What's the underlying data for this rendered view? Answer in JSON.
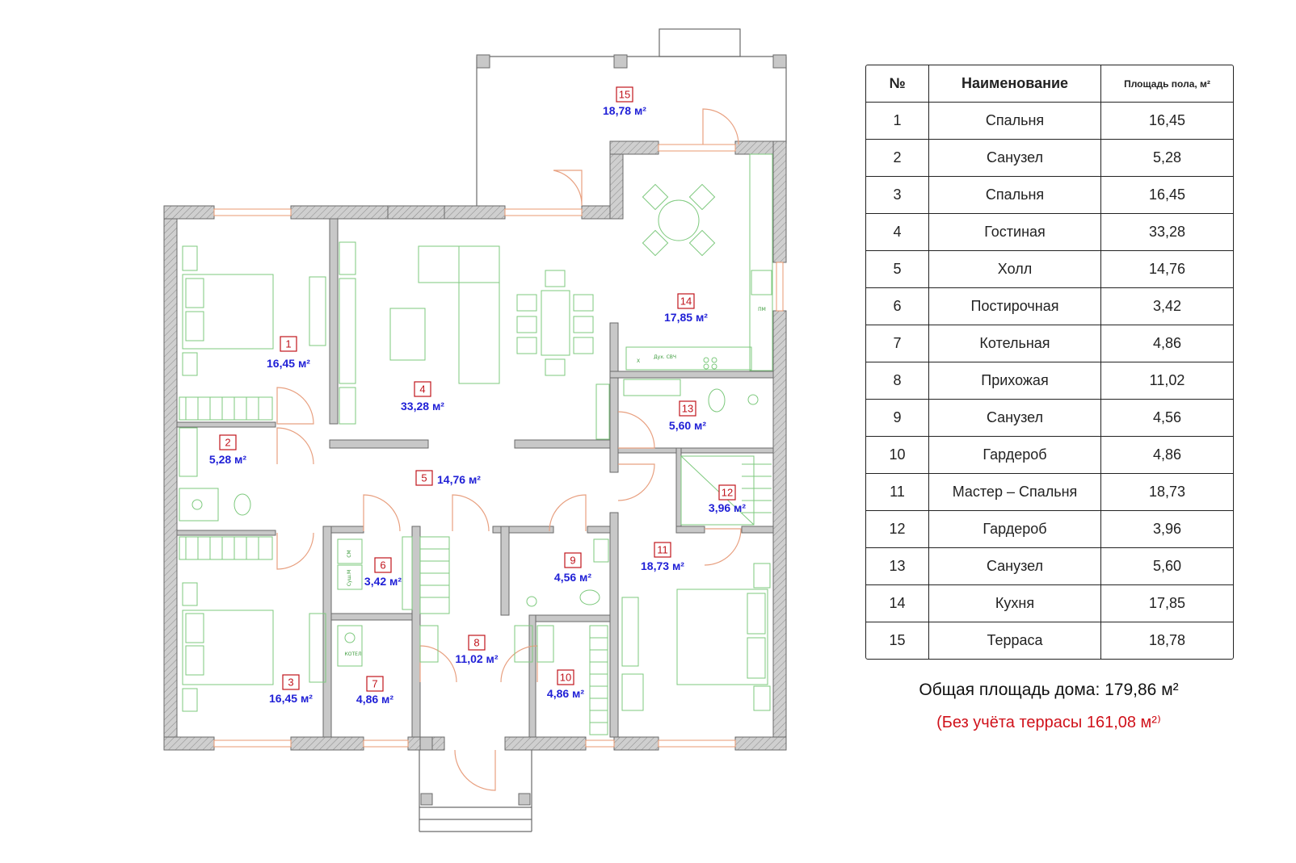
{
  "plan": {
    "rooms": [
      {
        "num": "1",
        "area": "16,45 м²"
      },
      {
        "num": "2",
        "area": "5,28 м²"
      },
      {
        "num": "3",
        "area": "16,45 м²"
      },
      {
        "num": "4",
        "area": "33,28 м²"
      },
      {
        "num": "5",
        "area": "14,76 м²"
      },
      {
        "num": "6",
        "area": "3,42 м²"
      },
      {
        "num": "7",
        "area": "4,86 м²"
      },
      {
        "num": "8",
        "area": "11,02 м²"
      },
      {
        "num": "9",
        "area": "4,56 м²"
      },
      {
        "num": "10",
        "area": "4,86 м²"
      },
      {
        "num": "11",
        "area": "18,73 м²"
      },
      {
        "num": "12",
        "area": "3,96 м²"
      },
      {
        "num": "13",
        "area": "5,60 м²"
      },
      {
        "num": "14",
        "area": "17,85 м²"
      },
      {
        "num": "15",
        "area": "18,78 м²"
      }
    ],
    "fixture_labels": {
      "kotel": "КОТЕЛ",
      "sm": "СМ",
      "sush": "Суш.М",
      "pm": "ПМ",
      "svch": "Дух. СВЧ",
      "x": "Х"
    },
    "colors": {
      "wall_fill": "#c8c8c8",
      "wall_stroke": "#6a6a6a",
      "furniture": "#7dc97d",
      "door": "#e8a080",
      "window": "#e89a70",
      "room_number": "#c0141c",
      "room_area": "#1f1fd6"
    }
  },
  "table": {
    "headers": {
      "num": "№",
      "name": "Наименование",
      "area": "Площадь пола, м²"
    },
    "rows": [
      {
        "num": "1",
        "name": "Спальня",
        "area": "16,45"
      },
      {
        "num": "2",
        "name": "Санузел",
        "area": "5,28"
      },
      {
        "num": "3",
        "name": "Спальня",
        "area": "16,45"
      },
      {
        "num": "4",
        "name": "Гостиная",
        "area": "33,28"
      },
      {
        "num": "5",
        "name": "Холл",
        "area": "14,76"
      },
      {
        "num": "6",
        "name": "Постирочная",
        "area": "3,42"
      },
      {
        "num": "7",
        "name": "Котельная",
        "area": "4,86"
      },
      {
        "num": "8",
        "name": "Прихожая",
        "area": "11,02"
      },
      {
        "num": "9",
        "name": "Санузел",
        "area": "4,56"
      },
      {
        "num": "10",
        "name": "Гардероб",
        "area": "4,86"
      },
      {
        "num": "11",
        "name": "Мастер – Спальня",
        "area": "18,73"
      },
      {
        "num": "12",
        "name": "Гардероб",
        "area": "3,96"
      },
      {
        "num": "13",
        "name": "Санузел",
        "area": "5,60"
      },
      {
        "num": "14",
        "name": "Кухня",
        "area": "17,85"
      },
      {
        "num": "15",
        "name": "Терраса",
        "area": "18,78"
      }
    ]
  },
  "summary": {
    "total": "Общая площадь дома:  179,86 м²",
    "without_terrace": "(Без учёта террасы  161,08 м²⁾"
  }
}
